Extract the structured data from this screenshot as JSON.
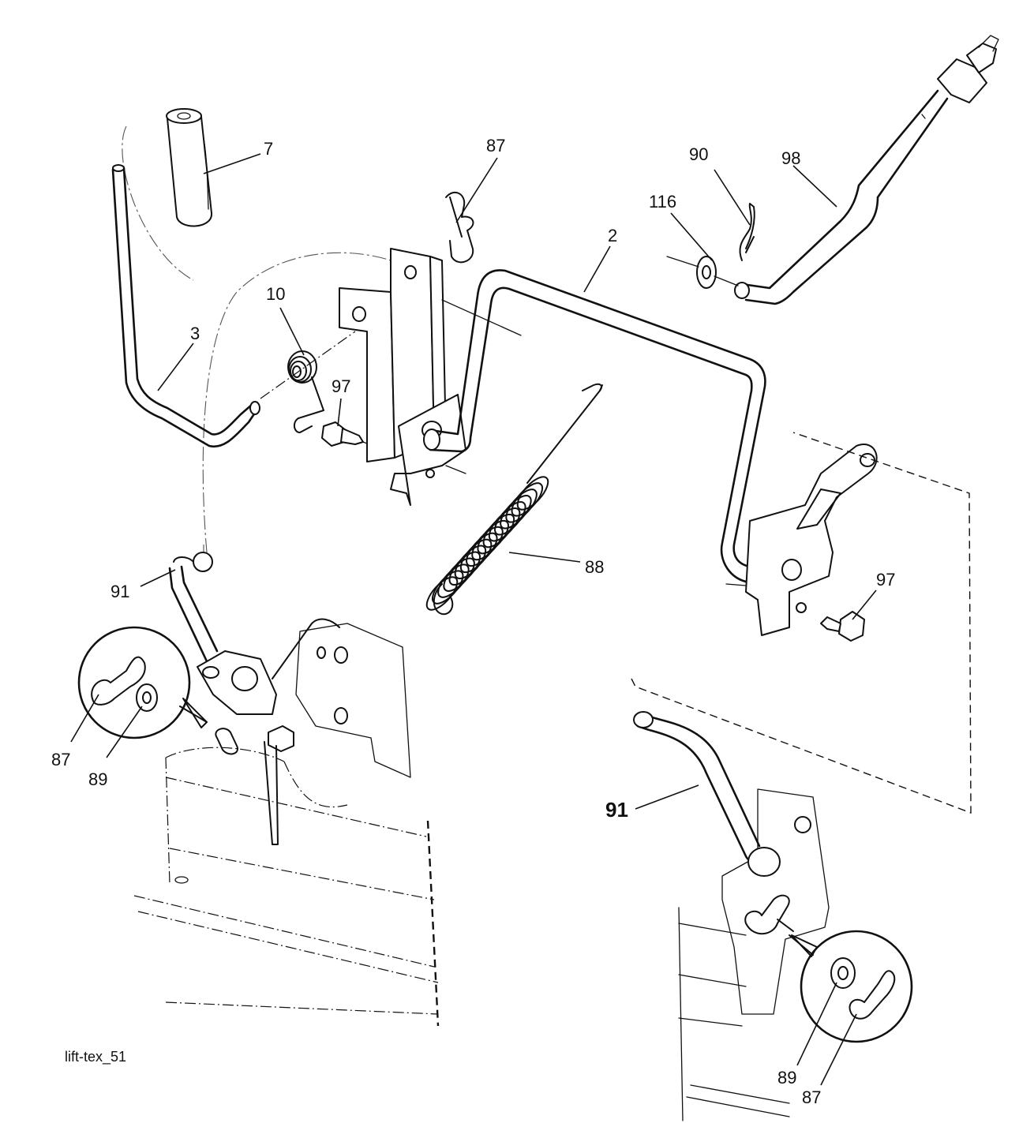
{
  "diagram": {
    "caption": "lift-tex_51",
    "callouts": {
      "p7": "7",
      "p87_top": "87",
      "p90": "90",
      "p98": "98",
      "p116": "116",
      "p2": "2",
      "p10": "10",
      "p3": "3",
      "p97_left": "97",
      "p88": "88",
      "p97_right": "97",
      "p91_left": "91",
      "p87_left": "87",
      "p89_left": "89",
      "p91_right": "91",
      "p89_right": "89",
      "p87_right": "87"
    }
  }
}
